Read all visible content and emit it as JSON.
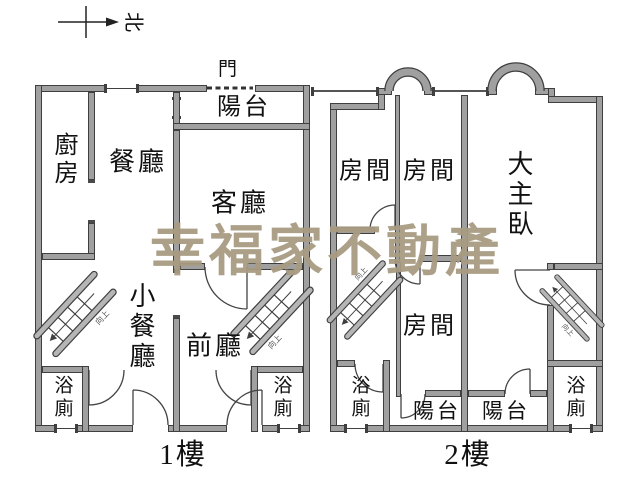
{
  "watermark": {
    "text": "幸福家不動產",
    "color": "#a89c82"
  },
  "compass": {
    "label": "北"
  },
  "floor1": {
    "caption": "1樓",
    "entry_door_label": "門",
    "stairs_up": "向上",
    "rooms": {
      "balcony": "陽台",
      "kitchen": "廚房",
      "dining_room": "餐廳",
      "living_room": "客廳",
      "small_dining_room": "小餐廳",
      "front_hall": "前廳",
      "bathroom_left": "浴廁",
      "bathroom_right": "浴廁"
    }
  },
  "floor2": {
    "caption": "2樓",
    "stairs_up": "向上",
    "rooms": {
      "room_left": "房間",
      "room_middle": "房間",
      "room_lower": "房間",
      "master_bedroom": "大主臥",
      "bathroom_left": "浴廁",
      "bathroom_right": "浴廁",
      "balcony_left": "陽台",
      "balcony_right": "陽台"
    }
  }
}
